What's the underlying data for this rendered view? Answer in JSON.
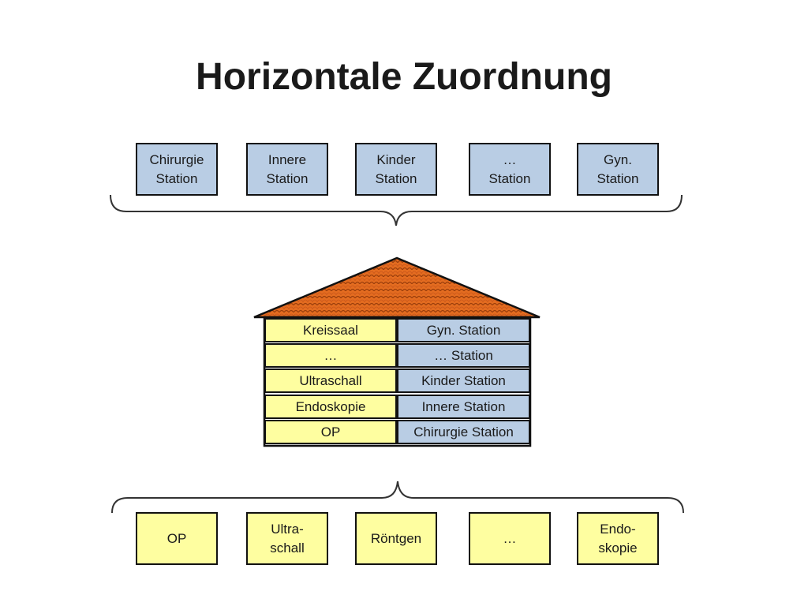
{
  "title": "Horizontale Zuordnung",
  "colors": {
    "station_fill": "#b9cde4",
    "function_fill": "#fefea0",
    "roof_fill": "#e46c20"
  },
  "top_stations": [
    "Chirurgie\nStation",
    "Innere\nStation",
    "Kinder\nStation",
    "…\nStation",
    "Gyn.\nStation"
  ],
  "house": {
    "rows": [
      {
        "function": "Kreissaal",
        "station": "Gyn. Station"
      },
      {
        "function": "…",
        "station": "…  Station"
      },
      {
        "function": "Ultraschall",
        "station": "Kinder Station"
      },
      {
        "function": "Endoskopie",
        "station": "Innere Station"
      },
      {
        "function": "OP",
        "station": "Chirurgie Station"
      }
    ]
  },
  "bottom_functions": [
    "OP",
    "Ultra-\nschall",
    "Röntgen",
    "…",
    "Endo-\nskopie"
  ]
}
